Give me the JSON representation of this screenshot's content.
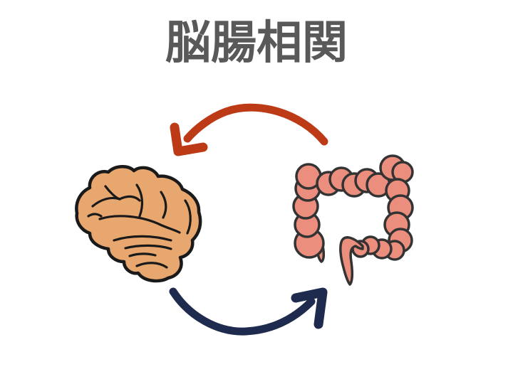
{
  "title": "脳腸相関",
  "slide": {
    "background": "#ffffff"
  },
  "colors": {
    "title": "#595959",
    "arrow_top": "#bd3a17",
    "arrow_bottom": "#1f2b4e",
    "brain_fill": "#e7a76e",
    "brain_outline": "#1a1a1a",
    "gut_fill": "#ec8e7d",
    "gut_outline": "#333333"
  },
  "icons": {
    "top_arrow": "curved-arrow-gut-to-brain",
    "bottom_arrow": "curved-arrow-brain-to-gut",
    "left_figure": "brain-illustration",
    "right_figure": "large-intestine-illustration"
  }
}
